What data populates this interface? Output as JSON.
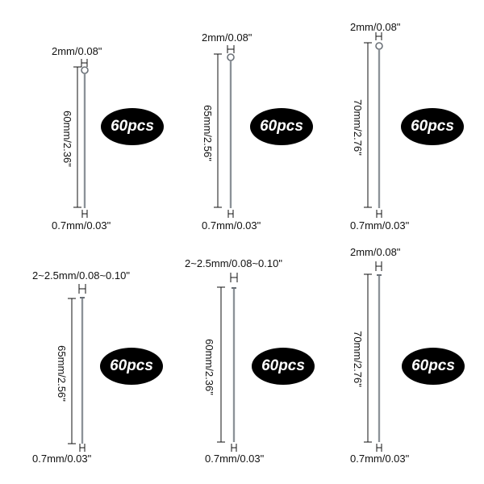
{
  "colors": {
    "pin": "#9aa0a6",
    "pin_edge": "#6b7178",
    "badge_bg": "#000000",
    "badge_text": "#ffffff",
    "text": "#111111"
  },
  "products": [
    {
      "head": "2mm/0.08\"",
      "length": "60mm/2.36\"",
      "wire": "0.7mm/0.03\"",
      "qty": "60pcs",
      "pin_type": "eye-pin"
    },
    {
      "head": "2mm/0.08\"",
      "length": "65mm/2.56\"",
      "wire": "0.7mm/0.03\"",
      "qty": "60pcs",
      "pin_type": "eye-pin"
    },
    {
      "head": "2mm/0.08\"",
      "length": "70mm/2.76\"",
      "wire": "0.7mm/0.03\"",
      "qty": "60pcs",
      "pin_type": "eye-pin"
    },
    {
      "head": "2~2.5mm/0.08~0.10\"",
      "length": "65mm/2.56\"",
      "wire": "0.7mm/0.03\"",
      "qty": "60pcs",
      "pin_type": "flat-head-pin"
    },
    {
      "head": "2~2.5mm/0.08~0.10\"",
      "length": "60mm/2.36\"",
      "wire": "0.7mm/0.03\"",
      "qty": "60pcs",
      "pin_type": "flat-head-pin"
    },
    {
      "head": "2mm/0.08\"",
      "length": "70mm/2.76\"",
      "wire": "0.7mm/0.03\"",
      "qty": "60pcs",
      "pin_type": "flat-head-pin"
    }
  ]
}
